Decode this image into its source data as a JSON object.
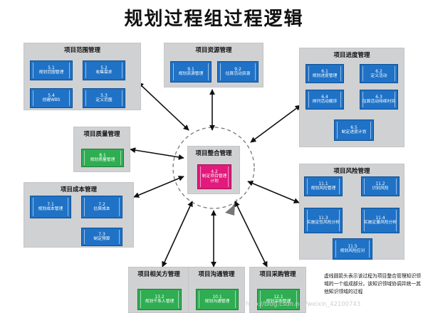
{
  "title": "规划过程组过程逻辑",
  "colors": {
    "group_bg": "#d0d1d3",
    "box_blue": "#1f72c6",
    "box_green": "#2fad52",
    "box_pink": "#e11a7c"
  },
  "groups": {
    "scope": {
      "title": "项目范围管理",
      "items": [
        {
          "num": "5.1",
          "label": "规划范围管理"
        },
        {
          "num": "5.2",
          "label": "收集需求"
        },
        {
          "num": "5.4",
          "label": "创建WBS"
        },
        {
          "num": "5.3",
          "label": "定义范围"
        }
      ]
    },
    "resource": {
      "title": "项目资源管理",
      "items": [
        {
          "num": "9.1",
          "label": "规划资源管理"
        },
        {
          "num": "9.2",
          "label": "估算活动资源"
        }
      ]
    },
    "schedule": {
      "title": "项目进度管理",
      "items": [
        {
          "num": "6.1",
          "label": "规划进度管理"
        },
        {
          "num": "6.2",
          "label": "定义活动"
        },
        {
          "num": "6.4",
          "label": "排列活动顺序"
        },
        {
          "num": "6.3",
          "label": "估算活动持续时间"
        },
        {
          "num": "6.5",
          "label": "制定进度计划"
        }
      ]
    },
    "quality": {
      "title": "项目质量管理",
      "items": [
        {
          "num": "8.1",
          "label": "规划质量管理"
        }
      ]
    },
    "integration": {
      "title": "项目整合管理",
      "items": [
        {
          "num": "4.2",
          "label": "制定项目管理计划"
        }
      ]
    },
    "cost": {
      "title": "项目成本管理",
      "items": [
        {
          "num": "7.1",
          "label": "规划成本管理"
        },
        {
          "num": "7.2",
          "label": "估算成本"
        },
        {
          "num": "7.3",
          "label": "制定预算"
        }
      ]
    },
    "risk": {
      "title": "项目风险管理",
      "items": [
        {
          "num": "11.1",
          "label": "规划风险管理"
        },
        {
          "num": "11.2",
          "label": "识别风险"
        },
        {
          "num": "11.3",
          "label": "实施定性风险分析"
        },
        {
          "num": "11.4",
          "label": "实施定量风险分析"
        },
        {
          "num": "11.5",
          "label": "规划风险应对"
        }
      ]
    },
    "stakeholder": {
      "title": "项目相关方管理",
      "items": [
        {
          "num": "13.2",
          "label": "规划干系人管理"
        }
      ]
    },
    "communication": {
      "title": "项目沟通管理",
      "items": [
        {
          "num": "10.1",
          "label": "规划沟通管理"
        }
      ]
    },
    "procurement": {
      "title": "项目采购管理",
      "items": [
        {
          "num": "12.1",
          "label": "规划采购管理"
        }
      ]
    }
  },
  "note": "虚线圆箭头表示该过程为项目整合管理知识领域的一个组成部分。该知识领域协调并统一其他知识领域的过程",
  "watermark": "http://blog.csdn.net/weixin_42100743"
}
